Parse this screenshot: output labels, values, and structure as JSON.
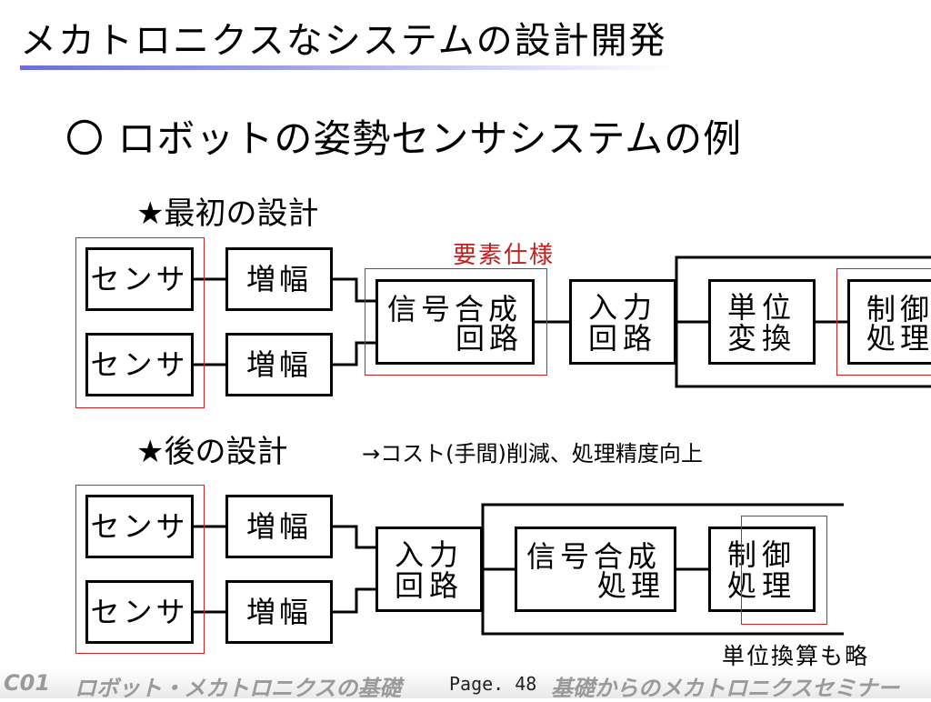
{
  "slide": {
    "title": "メカトロニクスなシステムの設計開発",
    "subtitle": "〇 ロボットの姿勢センサシステムの例"
  },
  "initial_design": {
    "heading": "★最初の設計",
    "highlight_label": "要素仕様",
    "sensors": [
      "センサ",
      "センサ"
    ],
    "amplifiers": [
      "増幅",
      "増幅"
    ],
    "signal_combiner": [
      "信号合成",
      "回路"
    ],
    "input_circuit": [
      "入力",
      "回路"
    ],
    "unit_conversion": [
      "単位",
      "変換"
    ],
    "control_processing": [
      "制御",
      "処理"
    ]
  },
  "later_design": {
    "heading": "★後の設計",
    "note": "→コスト(手間)削減、処理精度向上",
    "sensors": [
      "センサ",
      "センサ"
    ],
    "amplifiers": [
      "増幅",
      "増幅"
    ],
    "input_circuit": [
      "入力",
      "回路"
    ],
    "signal_combiner": [
      "信号合成",
      "処理"
    ],
    "control_processing": [
      "制御",
      "処理"
    ],
    "omitted_note": "単位換算も略"
  },
  "footer": {
    "series_code": "C01",
    "course_title": "ロボット・メカトロニクスの基礎",
    "page_label": "Page. 48",
    "seminar_title": "基礎からのメカトロニクスセミナー"
  },
  "colors": {
    "highlight": "#d02020",
    "title_rule": "#6b6fd6",
    "footer_text": "#9a9a9a"
  }
}
